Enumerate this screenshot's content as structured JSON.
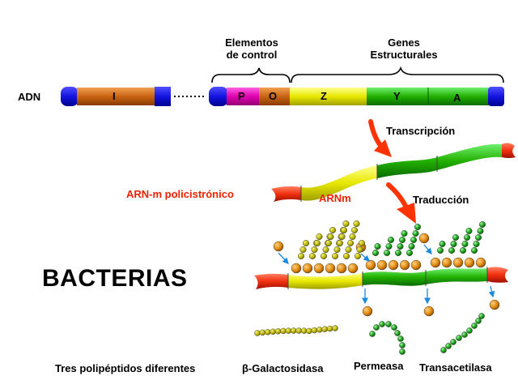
{
  "dna_label": "ADN",
  "control_label_line1": "Elementos",
  "control_label_line2": "de control",
  "structural_label_line1": "Genes",
  "structural_label_line2": "Estructurales",
  "genes": {
    "i": "I",
    "p": "P",
    "o": "O",
    "z": "Z",
    "y": "Y",
    "a": "A"
  },
  "transcription_label": "Transcripción",
  "translation_label": "Traducción",
  "mrna_poly_label": "ARN-m policistrónico",
  "mrna_label": "ARNm",
  "bacteria_label": "BACTERIAS",
  "three_polypeptides_label": "Tres polipéptidos diferentes",
  "products": {
    "beta_gal": "β-Galactosidasa",
    "permease": "Permeasa",
    "transacetylase": "Transacetilasa"
  },
  "colors": {
    "dna_end": "#1a1aff",
    "gene_i": "#d2691e",
    "gene_p": "#e000b0",
    "gene_o": "#d2691e",
    "gene_z": "#e8e800",
    "gene_y": "#22b000",
    "gene_a": "#22b000",
    "arrow": "#ff3300",
    "label_red": "#ee2200",
    "label_blue": "#0000cc",
    "ribosome": "#e08a10",
    "chain_yellow": "#b8b400",
    "chain_green": "#20a020"
  }
}
